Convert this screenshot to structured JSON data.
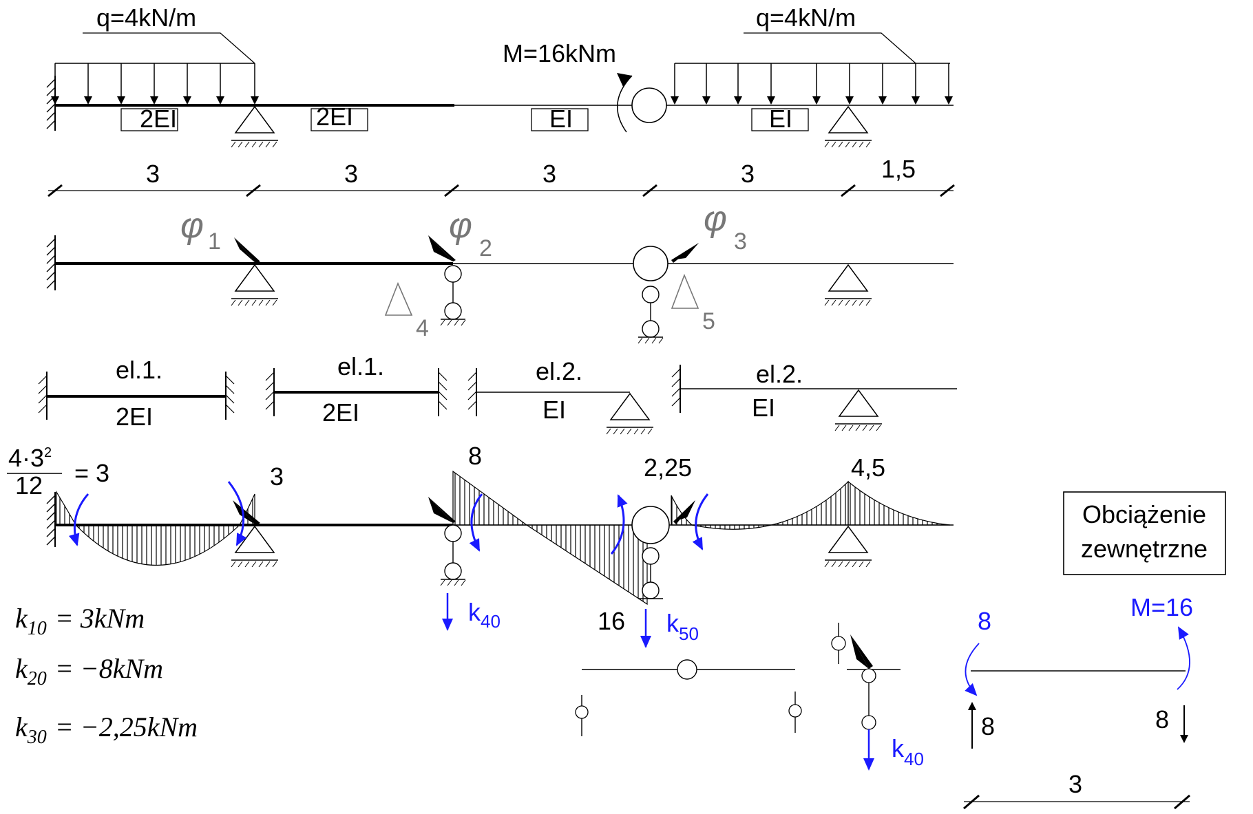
{
  "colors": {
    "ink": "#000000",
    "blue": "#1a1aff",
    "gray": "#777777"
  },
  "loads": {
    "q_left": "q=4kN/m",
    "q_right": "q=4kN/m",
    "moment": "M=16kNm"
  },
  "stiffness": {
    "s1": "2EI",
    "s2": "2EI",
    "s3": "EI",
    "s4": "EI"
  },
  "dims": {
    "d1": "3",
    "d2": "3",
    "d3": "3",
    "d4": "3",
    "d5": "1,5"
  },
  "dof": {
    "phi": "φ",
    "n1": "1",
    "n2": "2",
    "n3": "3",
    "delta": "Δ",
    "n4": "4",
    "n5": "5"
  },
  "elements": {
    "e1": "el.1.",
    "e1s": "2EI",
    "e2": "el.1.",
    "e2s": "2EI",
    "e3": "el.2.",
    "e3s": "EI",
    "e4": "el.2.",
    "e4s": "EI"
  },
  "moments": {
    "frac_num_base": "4·3",
    "frac_num_exp": "2",
    "frac_den": "12",
    "frac_eq": "= 3",
    "m_left_right": "3",
    "m_8": "8",
    "m_225": "2,25",
    "m_45": "4,5",
    "m_16": "16"
  },
  "k_labels": {
    "k": "k",
    "k40": "40",
    "k50": "50"
  },
  "k_values": {
    "k10_base": "k",
    "k10_sub": "10",
    "k10_rest": "= 3kNm",
    "k20_base": "k",
    "k20_sub": "20",
    "k20_rest": "= −8kNm",
    "k30_base": "k",
    "k30_sub": "30",
    "k30_rest": "= −2,25kNm"
  },
  "box": {
    "line1": "Obciążenie",
    "line2": "zewnętrzne"
  },
  "side": {
    "v8_top": "8",
    "m16": "M=16",
    "f8_left": "8",
    "f8_right": "8",
    "span": "3"
  }
}
